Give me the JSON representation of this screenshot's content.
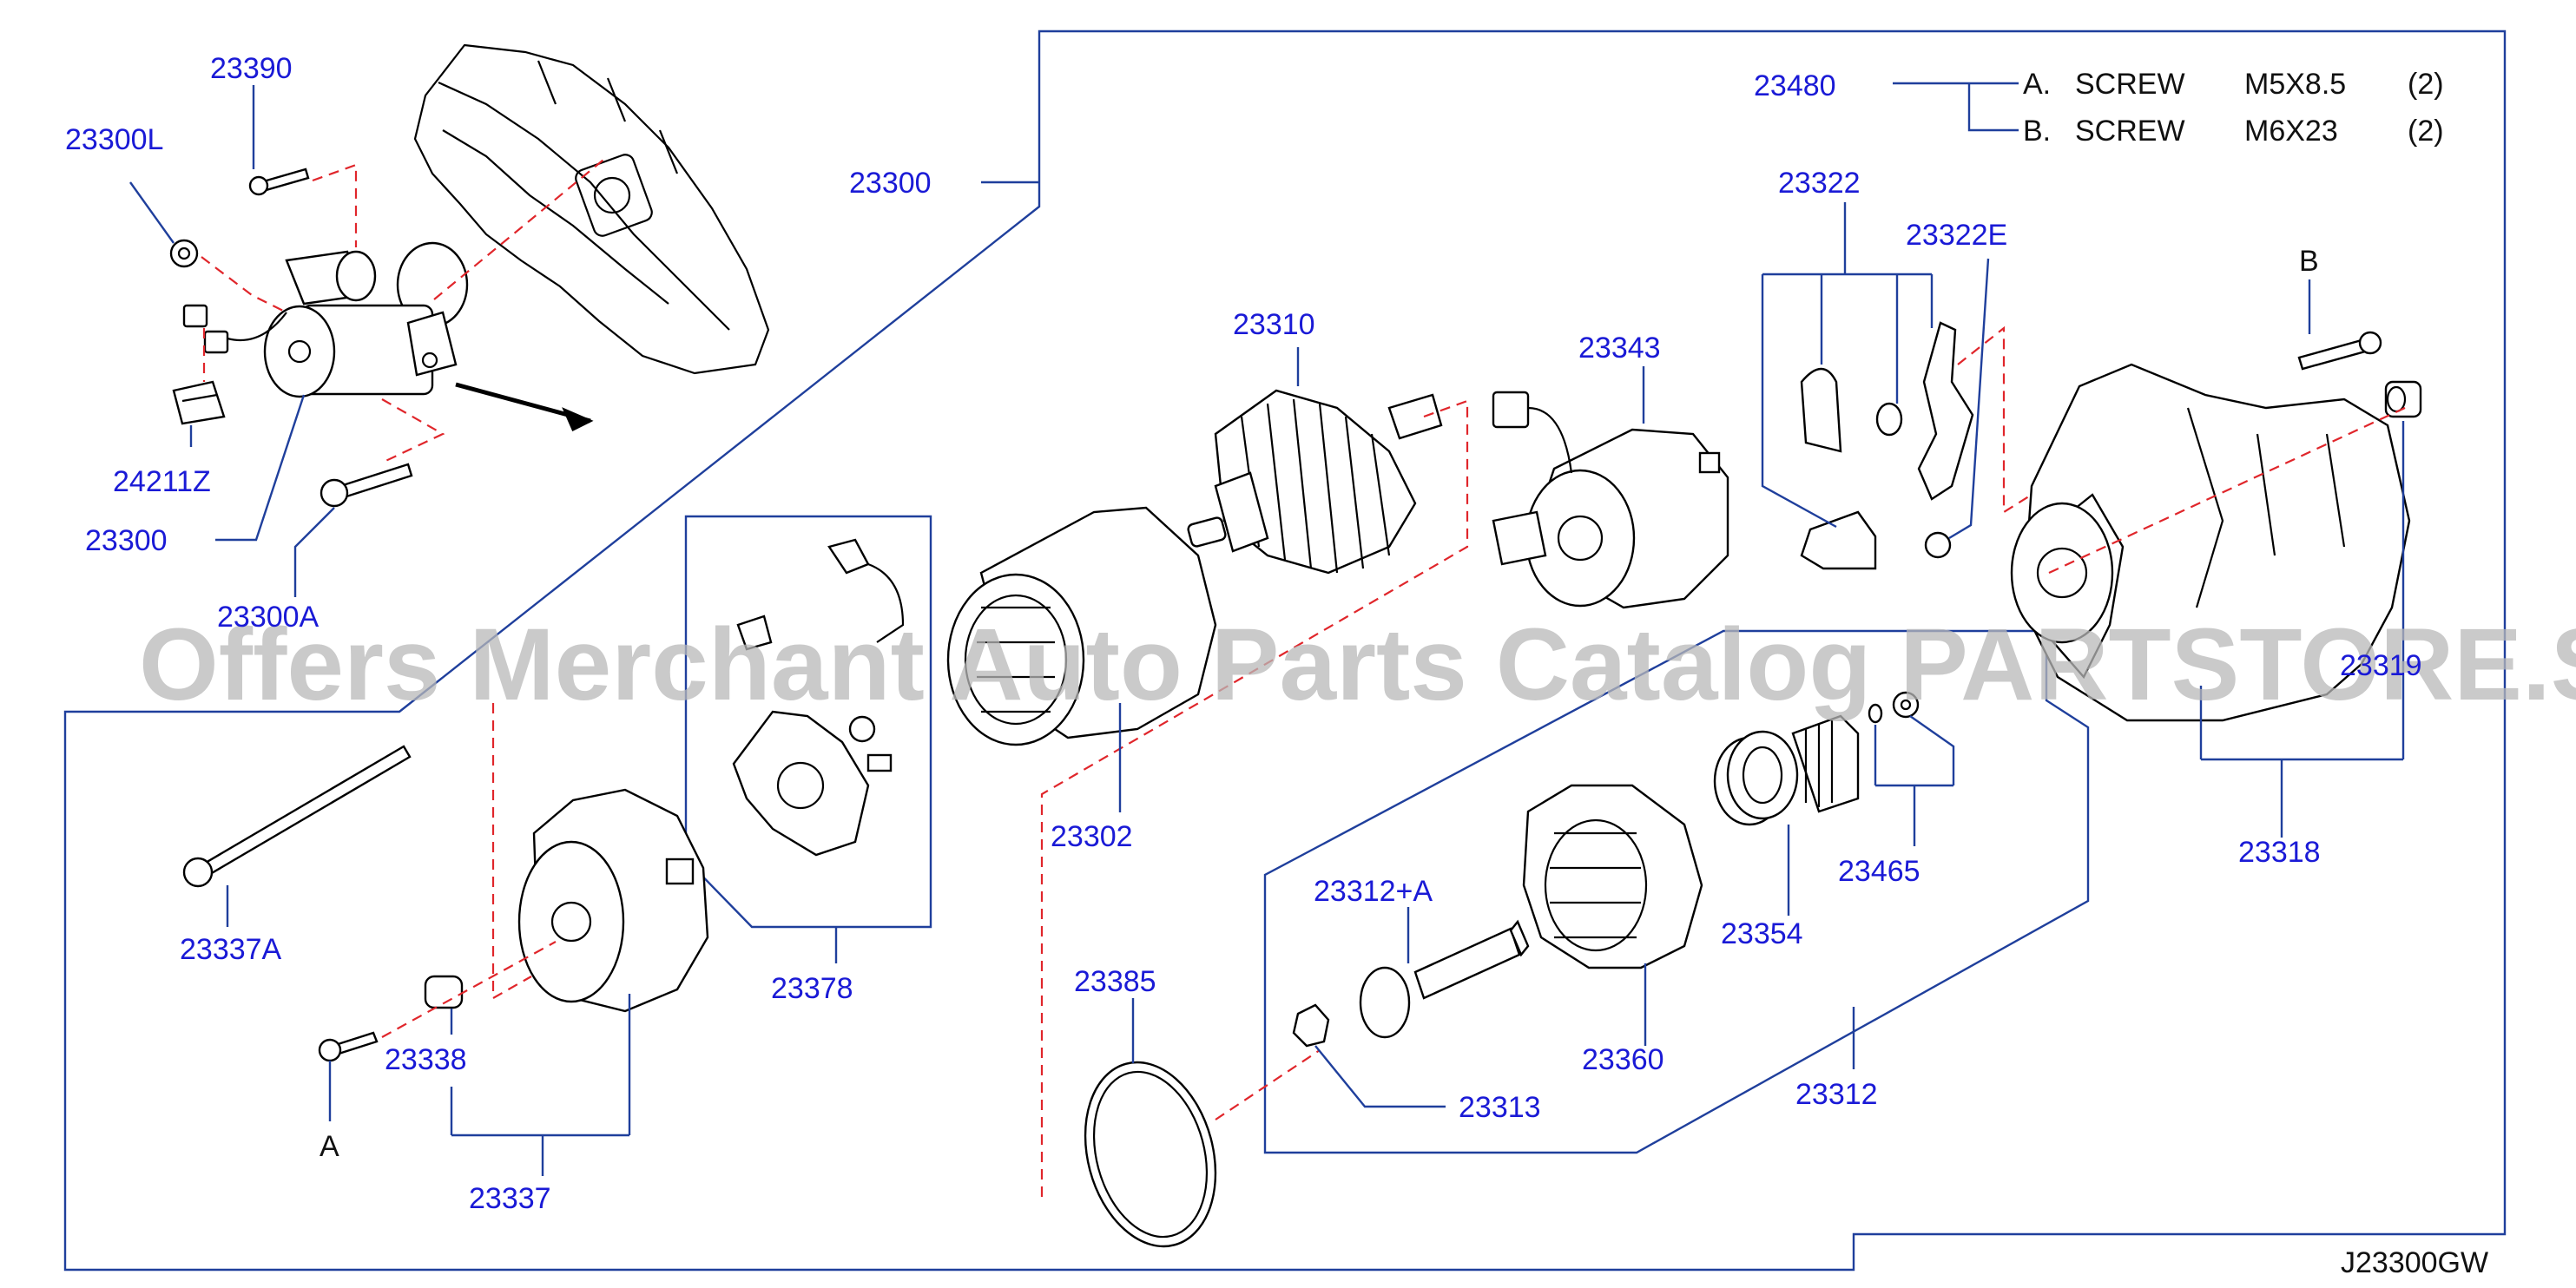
{
  "diagram_code": "J23300GW",
  "watermark": "Offers Merchant Auto Parts Catalog PARTSTORE.SA",
  "screw_table": {
    "part": "23480",
    "rows": [
      {
        "letter": "A.",
        "name": "SCREW",
        "size": "M5X8.5",
        "qty": "(2)"
      },
      {
        "letter": "B.",
        "name": "SCREW",
        "size": "M6X23",
        "qty": "(2)"
      }
    ]
  },
  "callouts": {
    "p23390": "23390",
    "p23300L": "23300L",
    "p24211Z": "24211Z",
    "p23300_left": "23300",
    "p23300A": "23300A",
    "p23300_top": "23300",
    "p23310": "23310",
    "p23343": "23343",
    "p23322": "23322",
    "p23322E": "23322E",
    "p23302": "23302",
    "p23378": "23378",
    "p23337A": "23337A",
    "p23338": "23338",
    "p23337": "23337",
    "p23385": "23385",
    "p23312A": "23312+A",
    "p23313": "23313",
    "p23360": "23360",
    "p23354": "23354",
    "p23465": "23465",
    "p23312": "23312",
    "p23319": "23319",
    "p23318": "23318"
  },
  "ref_letters": {
    "a": "A",
    "b": "B"
  }
}
